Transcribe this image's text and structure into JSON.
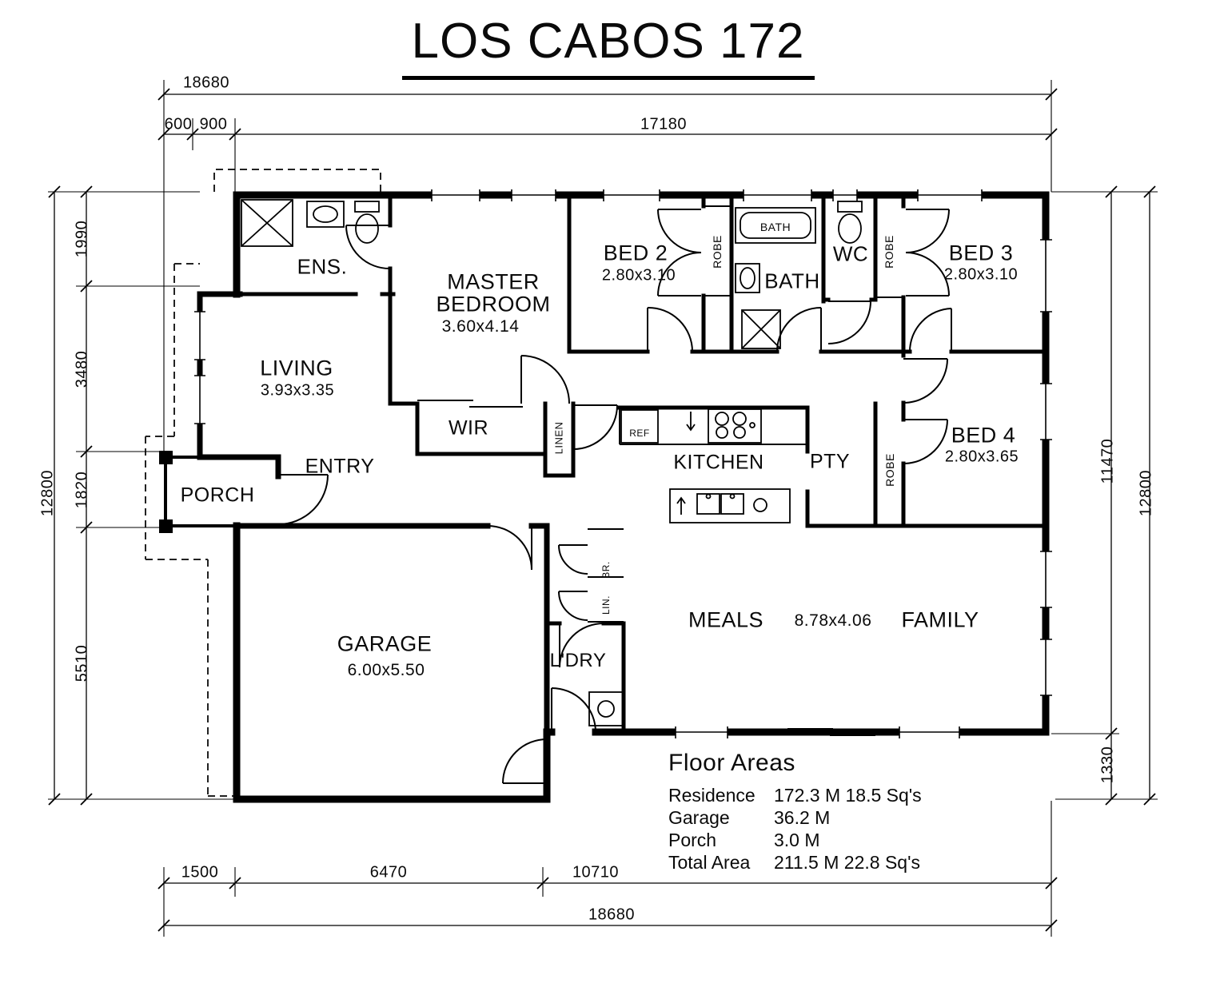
{
  "title": "LOS CABOS 172",
  "dims": {
    "top": {
      "overall": "18680",
      "seg600": "600",
      "seg900": "900",
      "seg17180": "17180"
    },
    "left": {
      "seg1990": "1990",
      "seg3480": "3480",
      "seg1820": "1820",
      "seg5510": "5510",
      "overall": "12800"
    },
    "right": {
      "inner": "11470",
      "seg1330": "1330",
      "overall": "12800"
    },
    "bottom": {
      "seg1500": "1500",
      "seg6470": "6470",
      "seg10710": "10710",
      "overall": "18680"
    }
  },
  "rooms": {
    "ens": "ENS.",
    "master_name": "MASTER BEDROOM",
    "master_size": "3.60x4.14",
    "bed2_name": "BED 2",
    "bed2_size": "2.80x3.10",
    "bath_tub": "BATH",
    "bath": "BATH",
    "wc": "WC",
    "bed3_name": "BED 3",
    "bed3_size": "2.80x3.10",
    "robe": "ROBE",
    "living_name": "LIVING",
    "living_size": "3.93x3.35",
    "wir": "WIR",
    "linen": "LINEN",
    "kitchen": "KITCHEN",
    "pty": "PTY",
    "ref": "REF",
    "bed4_name": "BED 4",
    "bed4_size": "2.80x3.65",
    "entry": "ENTRY",
    "porch": "PORCH",
    "garage_name": "GARAGE",
    "garage_size": "6.00x5.50",
    "ldry": "L'DRY",
    "lin": "LIN.",
    "br": "BR.",
    "meals": "MEALS",
    "meals_size": "8.78x4.06",
    "family": "FAMILY"
  },
  "floor_areas": {
    "heading": "Floor Areas",
    "rows": [
      {
        "label": "Residence",
        "value": "172.3 M 18.5 Sq's"
      },
      {
        "label": "Garage",
        "value": "36.2 M"
      },
      {
        "label": "Porch",
        "value": "3.0 M"
      },
      {
        "label": "Total Area",
        "value": "211.5 M 22.8 Sq's"
      }
    ]
  }
}
